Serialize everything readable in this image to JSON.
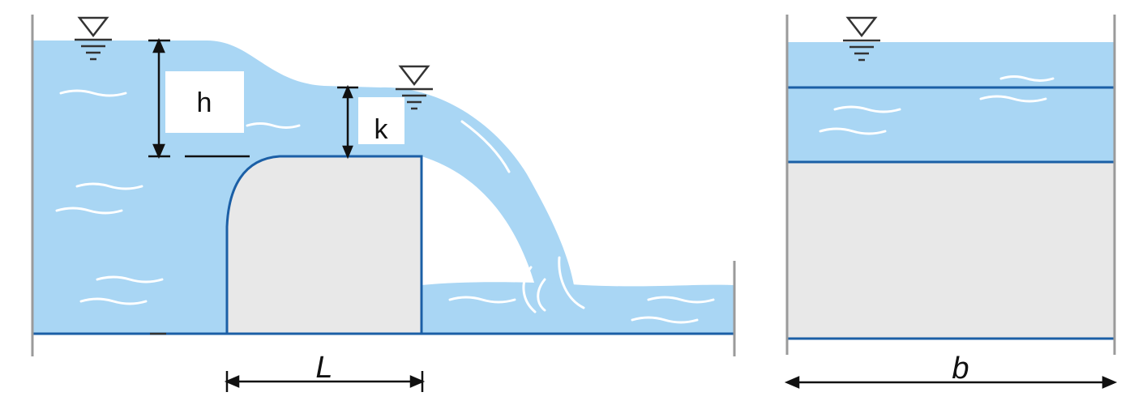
{
  "labels": {
    "h": "h",
    "k": "k",
    "L": "L",
    "b": "b"
  },
  "colors": {
    "water": "#a9d6f4",
    "water_line": "#1b5fa6",
    "weir": "#e8e8e8",
    "wall": "#9a9a9a",
    "wave": "#ffffff",
    "dimension": "#111111"
  },
  "icons": [
    "water-level-symbol",
    "water-level-symbol",
    "water-level-symbol"
  ]
}
